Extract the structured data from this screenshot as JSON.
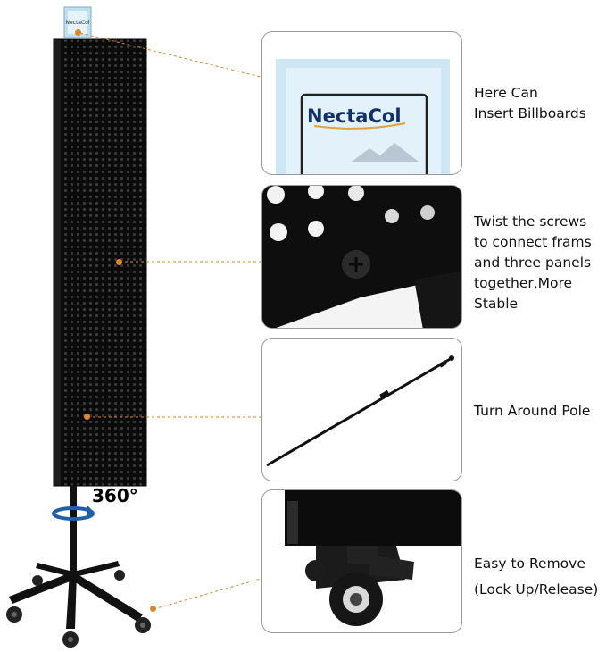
{
  "rotation_label": "360°",
  "features": [
    {
      "id": "billboard",
      "caption": "Here Can\nInsert Billboards",
      "sign_text": "NectaCol"
    },
    {
      "id": "screws",
      "caption": "Twist the screws\nto connect frams\nand three panels\ntogether,More\nStable"
    },
    {
      "id": "pole",
      "caption": "Turn Around Pole"
    },
    {
      "id": "caster",
      "caption": "Easy to Remove\n(Lock Up/Release)"
    }
  ],
  "colors": {
    "leader": "#d9852a",
    "stand": "#111111",
    "sign_bg": "#cfe6f4"
  }
}
